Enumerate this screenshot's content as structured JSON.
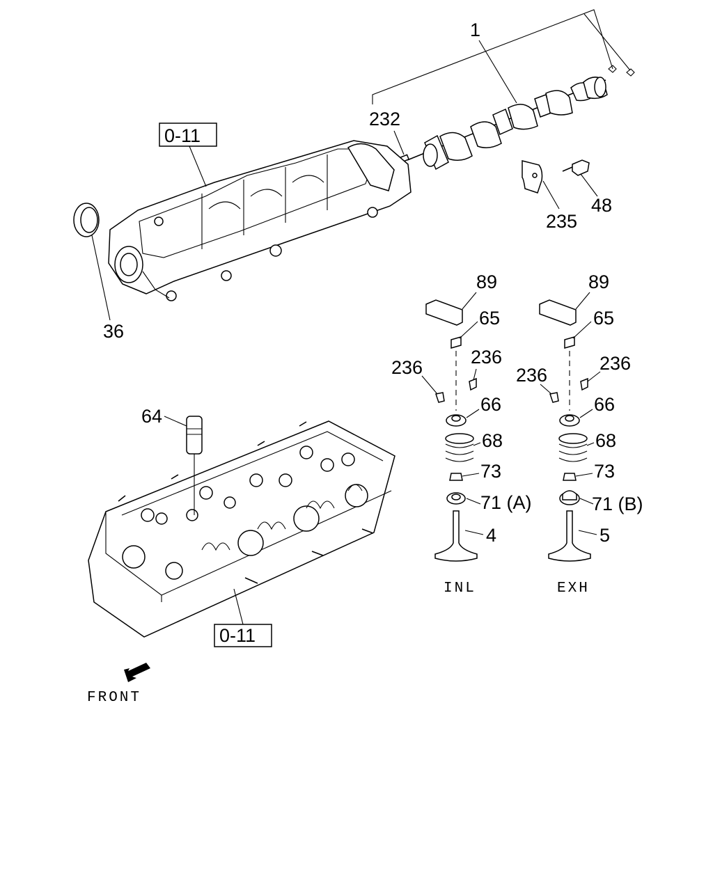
{
  "diagram": {
    "part_numbers": {
      "camshaft": "1",
      "pin": "232",
      "bracket": "235",
      "bolt": "48",
      "oil_seal": "36",
      "rocker_cover_ref": "0-11",
      "cylinder_head_ref": "0-11",
      "lash_adjuster": "64",
      "inlet_rocker": "89",
      "inlet_pivot": "65",
      "inlet_cotter_right": "236",
      "inlet_cotter_left": "236",
      "inlet_upper_seat": "66",
      "inlet_spring": "68",
      "inlet_stem_seal": "73",
      "inlet_lower_seat": "71 (A)",
      "inlet_valve": "4",
      "exhaust_rocker": "89",
      "exhaust_pivot": "65",
      "exhaust_cotter_left": "236",
      "exhaust_cotter_right": "236",
      "exhaust_upper_seat": "66",
      "exhaust_spring": "68",
      "exhaust_stem_seal": "73",
      "exhaust_lower_seat": "71 (B)",
      "exhaust_valve": "5"
    },
    "captions": {
      "inlet": "INL",
      "exhaust": "EXH",
      "front": "FRONT"
    }
  }
}
